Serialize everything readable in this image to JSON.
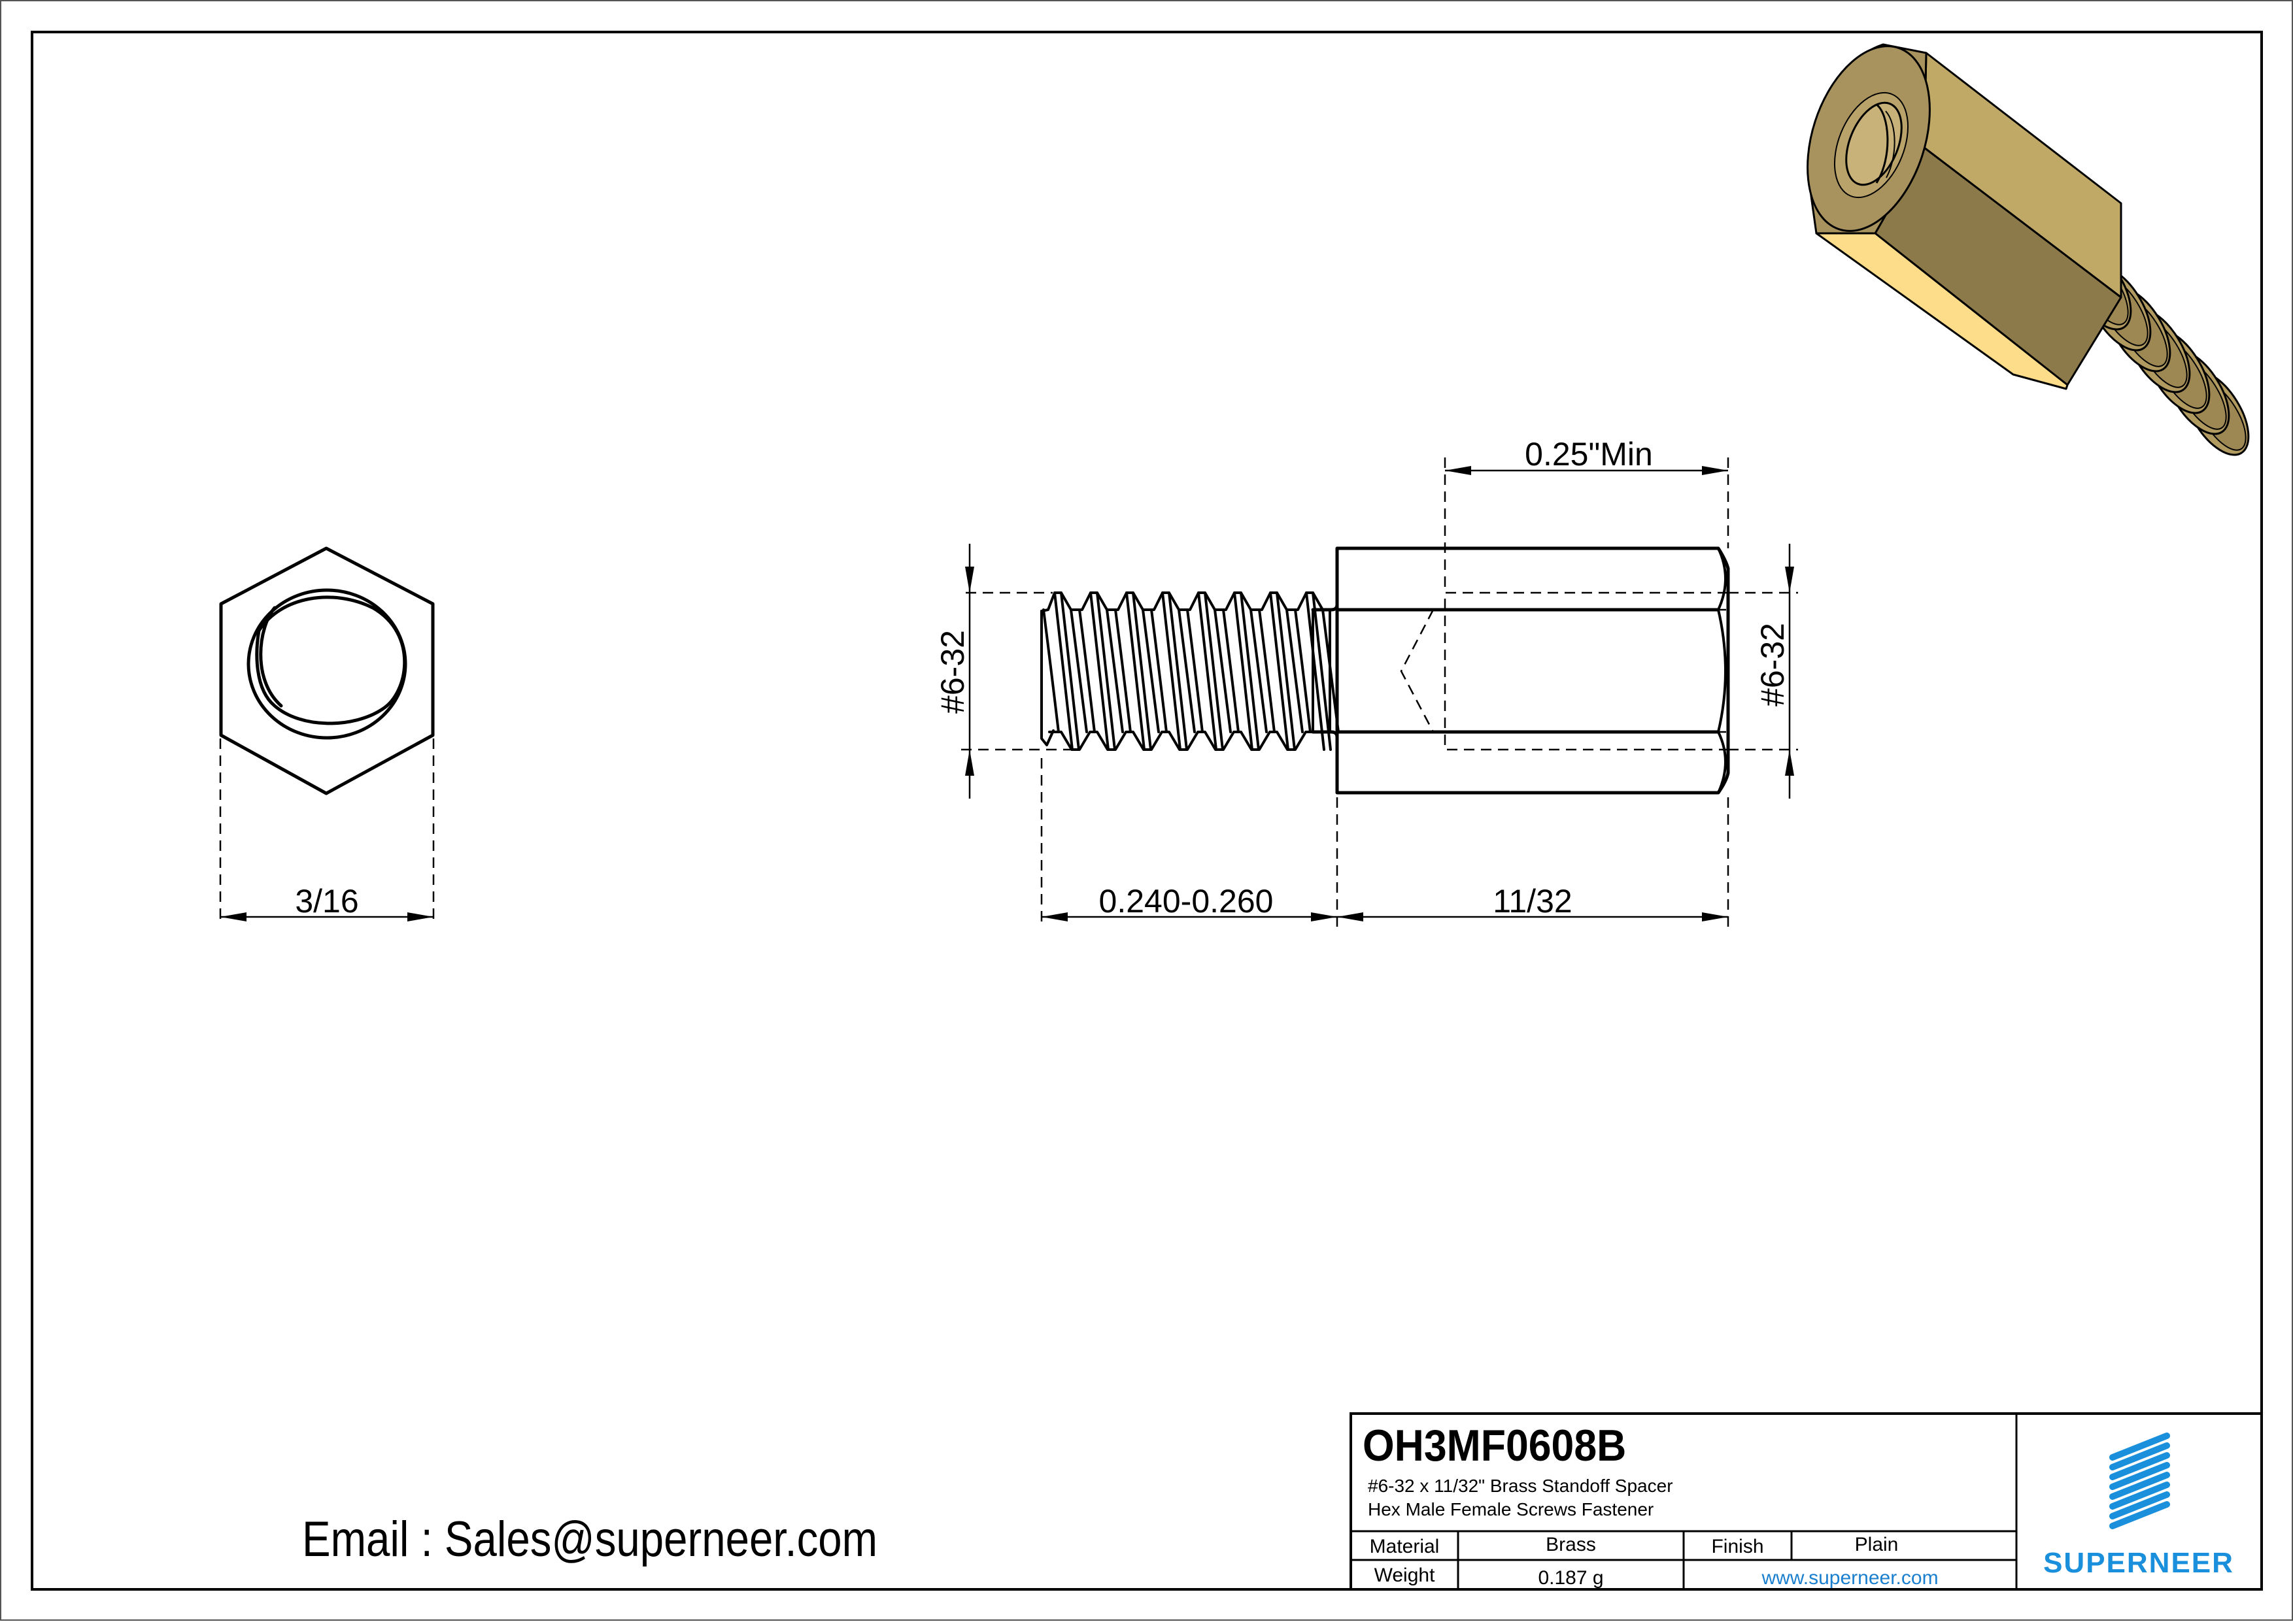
{
  "drawing": {
    "type": "engineering-drawing",
    "subject": "Hex male-female brass standoff spacer"
  },
  "views": {
    "end_view": {
      "width_dim": "3/16"
    },
    "side_view": {
      "male_thread_dim": "#6-32",
      "female_thread_dim": "#6-32",
      "thread_depth_dim": "0.25\"Min",
      "male_length_dim": "0.240-0.260",
      "body_length_dim": "11/32"
    },
    "render_3d": {
      "colors": {
        "end_face": "#a8925e",
        "top_face": "#c0a867",
        "middle_face": "#8d7a4a",
        "bottom_face": "#fddc8a",
        "thread": "#b09a60"
      }
    }
  },
  "contact": {
    "email_line": "Email : Sales@superneer.com"
  },
  "title_block": {
    "part_number": "OH3MF0608B",
    "description_line1": "#6-32 x 11/32\" Brass Standoff Spacer",
    "description_line2": "Hex Male Female Screws Fastener",
    "material_label": "Material",
    "material_value": "Brass",
    "finish_label": "Finish",
    "finish_value": "Plain",
    "weight_label": "Weight",
    "weight_value": "0.187 g",
    "website": "www.superneer.com"
  },
  "logo": {
    "name": "SUPERNEER",
    "color": "#1a90dc",
    "stripe_count": 8
  }
}
